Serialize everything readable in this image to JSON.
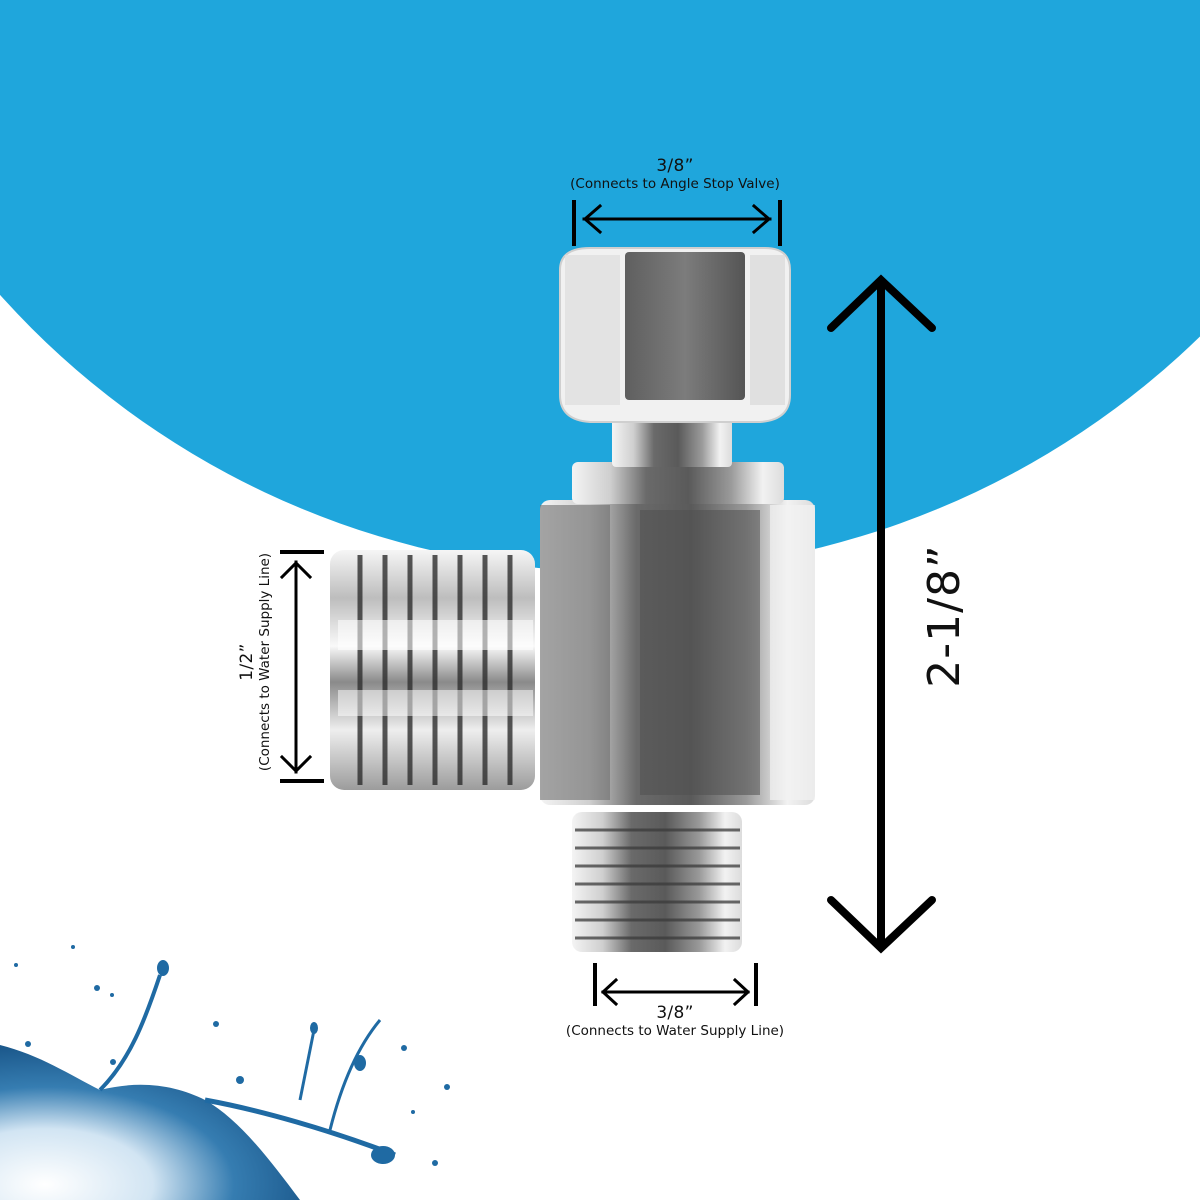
{
  "colors": {
    "background": "#ffffff",
    "accent_blue": "#1fa6dc",
    "dimension_line": "#000000",
    "chrome_light": "#eeeeee",
    "chrome_mid": "#9a9a9a",
    "chrome_dark": "#4a4a4a",
    "splash_blue": "#1a5f96"
  },
  "dimensions": {
    "top_outlet": {
      "size": "3/8”",
      "description": "(Connects to Angle Stop Valve)"
    },
    "side_inlet": {
      "size": "1/2”",
      "description": "(Connects to Water Supply Line)"
    },
    "bottom_outlet": {
      "size": "3/8”",
      "description": "(Connects to Water Supply Line)"
    },
    "overall_height": {
      "size": "2-1/8”"
    }
  }
}
